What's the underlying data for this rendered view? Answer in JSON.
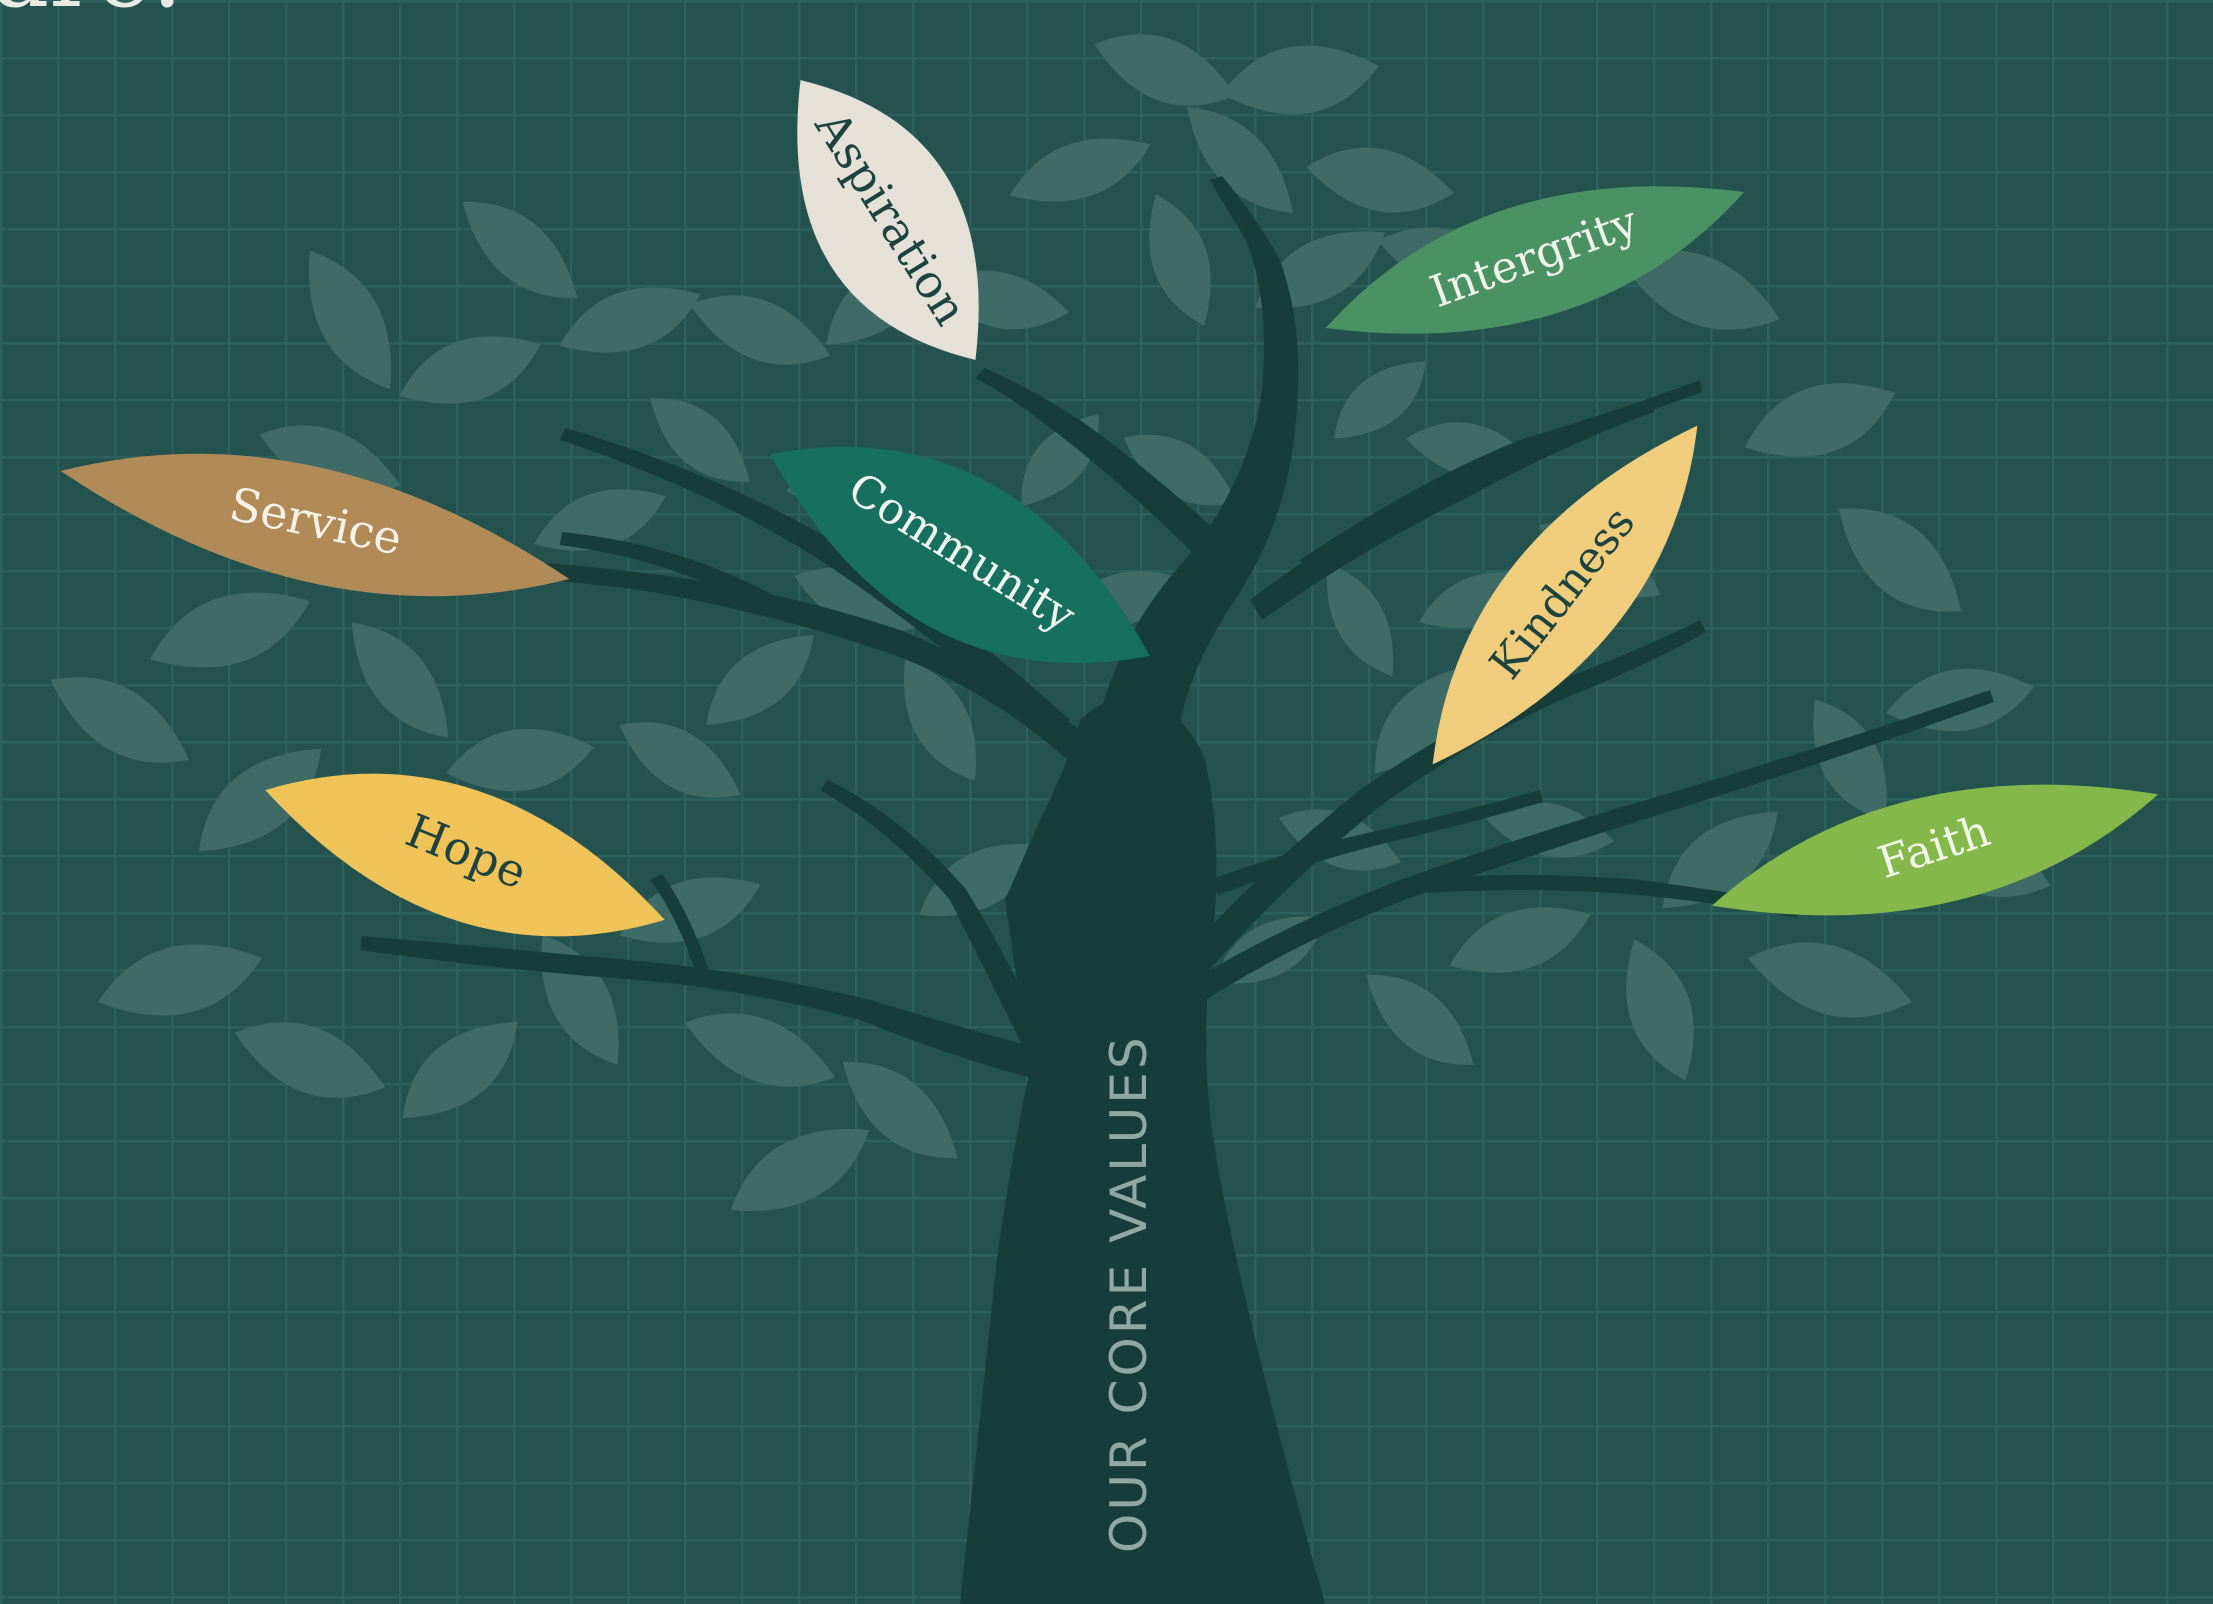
{
  "heading_fragment": "are.",
  "trunk_label": "OUR CORE VALUES",
  "values": [
    {
      "label": "Aspiration",
      "fill": "#e5e1d8",
      "text_color": "#1c433f"
    },
    {
      "label": "Intergrity",
      "fill": "#4a9163",
      "text_color": "#eef2ea"
    },
    {
      "label": "Service",
      "fill": "#b08b57",
      "text_color": "#f7f1e6"
    },
    {
      "label": "Community",
      "fill": "#17705d",
      "text_color": "#eef4ee"
    },
    {
      "label": "Kindness",
      "fill": "#efcd7d",
      "text_color": "#1c433f"
    },
    {
      "label": "Hope",
      "fill": "#f0c359",
      "text_color": "#1c433f"
    },
    {
      "label": "Faith",
      "fill": "#84b84a",
      "text_color": "#f1f7e9"
    }
  ],
  "colors": {
    "background": "#24524f",
    "grid_line": "#2d605c",
    "tree": "#163d39",
    "foliage": "#3f6b66",
    "trunk_label": "#8fa8a3",
    "heading": "#eaeae4"
  }
}
